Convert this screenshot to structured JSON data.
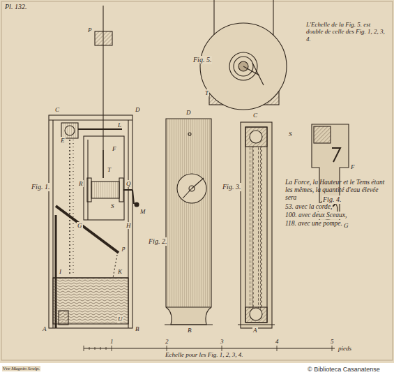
{
  "diagram": {
    "labels": [
      "Pl. 132.",
      "L'Echelle de la Fig. 5. est double de celle des Fig. 1, 2, 3, 4.",
      "Fig. 5.",
      "T",
      "S",
      "P",
      "C",
      "D",
      "E",
      "L",
      "F",
      "T",
      "R",
      "Q",
      "S",
      "M",
      "G",
      "H",
      "p",
      "I",
      "K",
      "A",
      "U",
      "B",
      "Fig. 1.",
      "D",
      "Fig. 2.",
      "B",
      "C",
      "Fig. 3.",
      "A",
      "Fig. 4.",
      "F",
      "G",
      "La Force, la Hauteur et le Tems étant les mêmes, la quantité d'eau élevée sera",
      "53. avec la corde,",
      "100. avec deux Sceaux,",
      "118. avec une pompe.",
      "Echelle pour les Fig. 1, 2, 3, 4.",
      "1",
      "2",
      "3",
      "4",
      "5",
      "pieds",
      "Vve Magnin Sculp.",
      "© Biblioteca Casanatense"
    ]
  }
}
